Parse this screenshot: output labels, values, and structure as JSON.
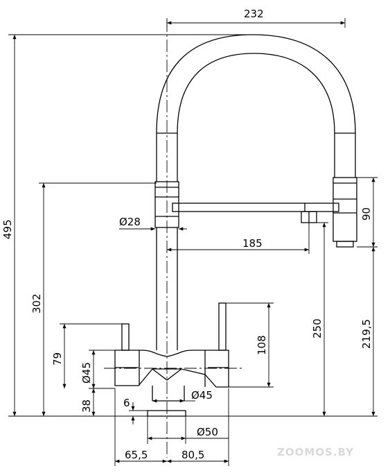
{
  "dimensions": {
    "overall_width": "232",
    "overall_height": "495",
    "spout_height": "302",
    "diameter_body": "Ø28",
    "spout_reach": "185",
    "handle_height_left": "79",
    "diameter_handles": "Ø45",
    "base_height": "38",
    "head_length": "90",
    "handle_height_right": "108",
    "outlet_height": "250",
    "head_bottom_height": "219,5",
    "base_thickness": "6",
    "diameter_base_upper": "Ø45",
    "diameter_base": "Ø50",
    "left_offset": "65,5",
    "right_offset": "80,5"
  },
  "watermark": "ZOOMOS.BY",
  "colors": {
    "line": "#000000",
    "watermark": "#d9d9d9"
  }
}
